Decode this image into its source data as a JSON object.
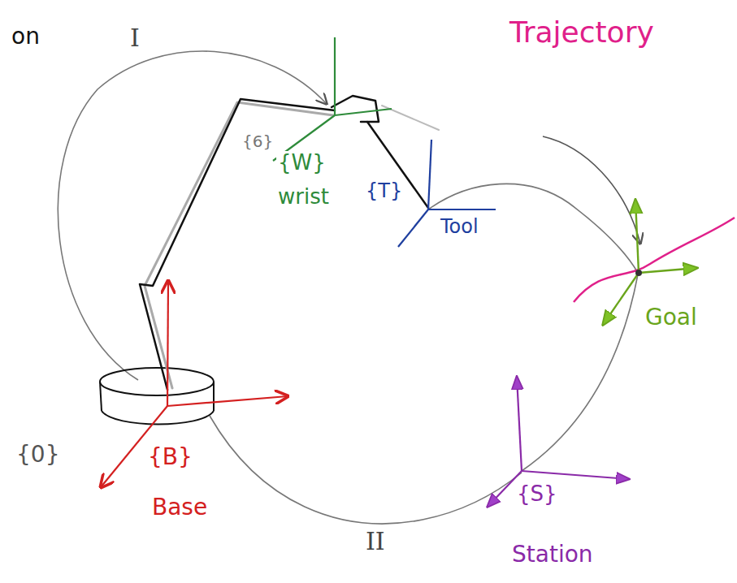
{
  "diagram": {
    "labels": [
      "on",
      "I",
      "Trajectory",
      "{6}",
      "{W}",
      "wrist",
      "{T}",
      "Tool",
      "Goal",
      "{0}",
      "{B}",
      "Base",
      "II",
      "{S}",
      "Station"
    ]
  }
}
